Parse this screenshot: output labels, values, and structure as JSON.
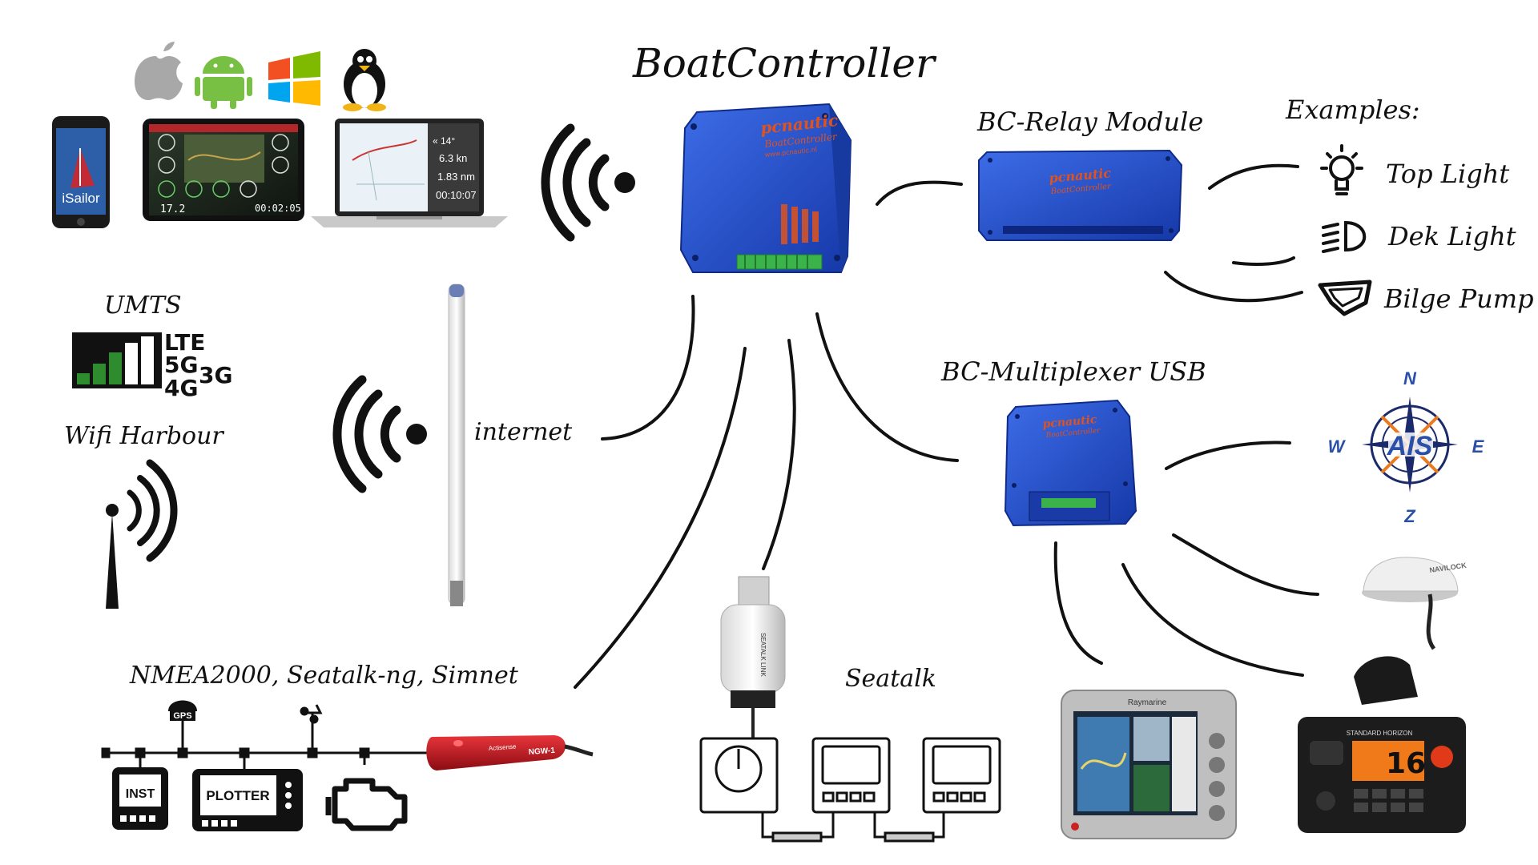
{
  "title": "BoatController",
  "labels": {
    "relay_module": "BC-Relay Module",
    "examples": "Examples:",
    "multiplexer": "BC-Multiplexer USB",
    "umts": "UMTS",
    "wifi_harbour": "Wifi Harbour",
    "internet": "internet",
    "nmea": "NMEA2000, Seatalk-ng, Simnet",
    "seatalk": "Seatalk"
  },
  "relay_examples": [
    {
      "label": "Top Light",
      "icon": "bulb-icon"
    },
    {
      "label": "Dek Light",
      "icon": "headlight-icon"
    },
    {
      "label": "Bilge Pump",
      "icon": "pump-icon"
    }
  ],
  "os_icons": [
    "apple-icon",
    "android-icon",
    "windows-icon",
    "linux-icon"
  ],
  "devices": {
    "phone_app": "iSailor",
    "tablet_time": "00:02:05",
    "tablet_speed": "17.2",
    "laptop_heading": "« 14°",
    "laptop_speed": "6.3 kn",
    "laptop_distance": "1.83 nm",
    "laptop_time": "00:10:07"
  },
  "network": {
    "lte": "LTE",
    "g5": "5G",
    "g3": "3G",
    "g4": "4G"
  },
  "box": {
    "brand": "pcnautic",
    "name": "BoatController",
    "url": "www.pcnautic.nl"
  },
  "ais": {
    "center": "AIS",
    "n": "N",
    "e": "E",
    "z": "Z",
    "w": "W"
  },
  "gps_brand": "NAVILOCK",
  "nmea_devices": {
    "gps": "GPS",
    "inst": "INST",
    "plotter": "PLOTTER",
    "gateway": "NGW-1",
    "gateway_brand": "Actisense"
  },
  "seatalk_converter": "SEATALK LINK",
  "plotter_brand": "Raymarine",
  "vhf_channel": "16",
  "vhf_brand": "STANDARD HORIZON",
  "colors": {
    "box_blue": "#1f4fc8",
    "box_orange": "#e0531c",
    "terminal_green": "#3bb24a",
    "signal_green": "#2e8b2e",
    "gateway_red": "#c0141c"
  }
}
